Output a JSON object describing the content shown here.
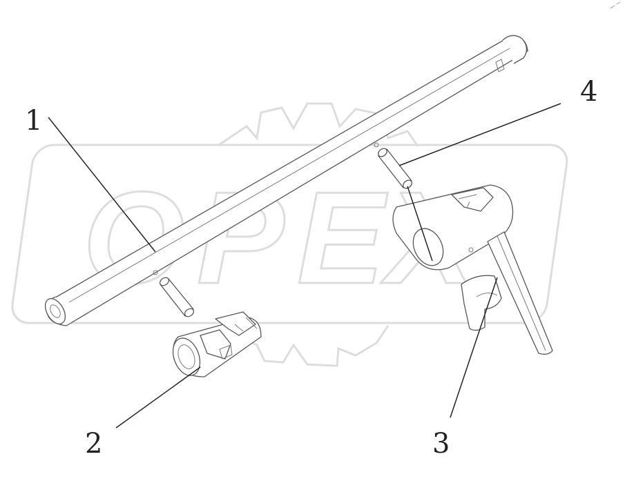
{
  "diagram": {
    "callouts": [
      {
        "id": "1",
        "label": "1"
      },
      {
        "id": "2",
        "label": "2"
      },
      {
        "id": "3",
        "label": "3"
      },
      {
        "id": "4",
        "label": "4"
      }
    ],
    "watermark": {
      "text": "OPEX",
      "letters": [
        "O",
        "P",
        "E",
        "X"
      ],
      "color": "#dddddd"
    },
    "line_color": "#555555",
    "label_color": "#222222"
  }
}
